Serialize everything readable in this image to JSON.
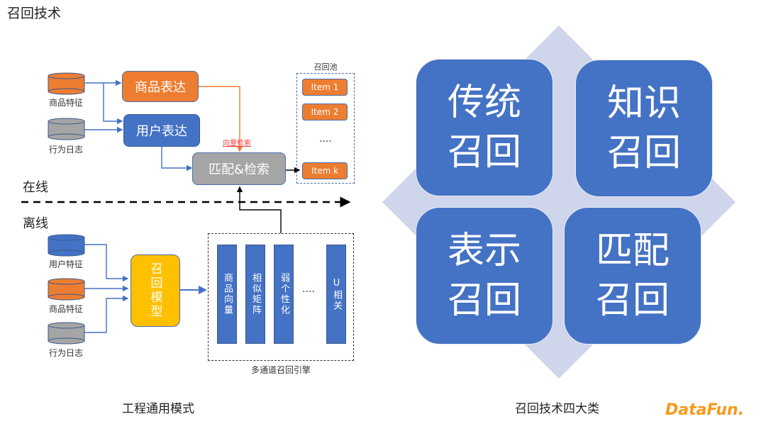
{
  "title": "召回技术",
  "left_panel": {
    "caption": "工程通用模式",
    "online_label": "在线",
    "offline_label": "离线",
    "online": {
      "sources": [
        {
          "label": "商品特征",
          "color": "#ed7d31"
        },
        {
          "label": "行为日志",
          "color": "#a5a5a5"
        }
      ],
      "item_repr": "商品表达",
      "user_repr": "用户表达",
      "match": "匹配&检索",
      "vector_search": "向量检索",
      "pool": {
        "title": "召回池",
        "items": [
          "Item 1",
          "Item 2",
          "Item k"
        ],
        "ellipsis": "...."
      }
    },
    "offline": {
      "sources": [
        {
          "label": "用户特征",
          "color": "#4472c4"
        },
        {
          "label": "商品特征",
          "color": "#ed7d31"
        },
        {
          "label": "行为日志",
          "color": "#a5a5a5"
        }
      ],
      "model": "召回模型",
      "engine": {
        "title": "多通道召回引擎",
        "channels": [
          "商品向量",
          "相似矩阵",
          "弱个性化",
          "U相关"
        ],
        "ellipsis": "...."
      }
    }
  },
  "right_panel": {
    "caption": "召回技术四大类",
    "quadrants": [
      {
        "line1": "传统",
        "line2": "召回"
      },
      {
        "line1": "知识",
        "line2": "召回"
      },
      {
        "line1": "表示",
        "line2": "召回"
      },
      {
        "line1": "匹配",
        "line2": "召回"
      }
    ],
    "colors": {
      "box": "#4472c4",
      "diamond": "#cfd5ea"
    }
  },
  "logo": "DataFun."
}
